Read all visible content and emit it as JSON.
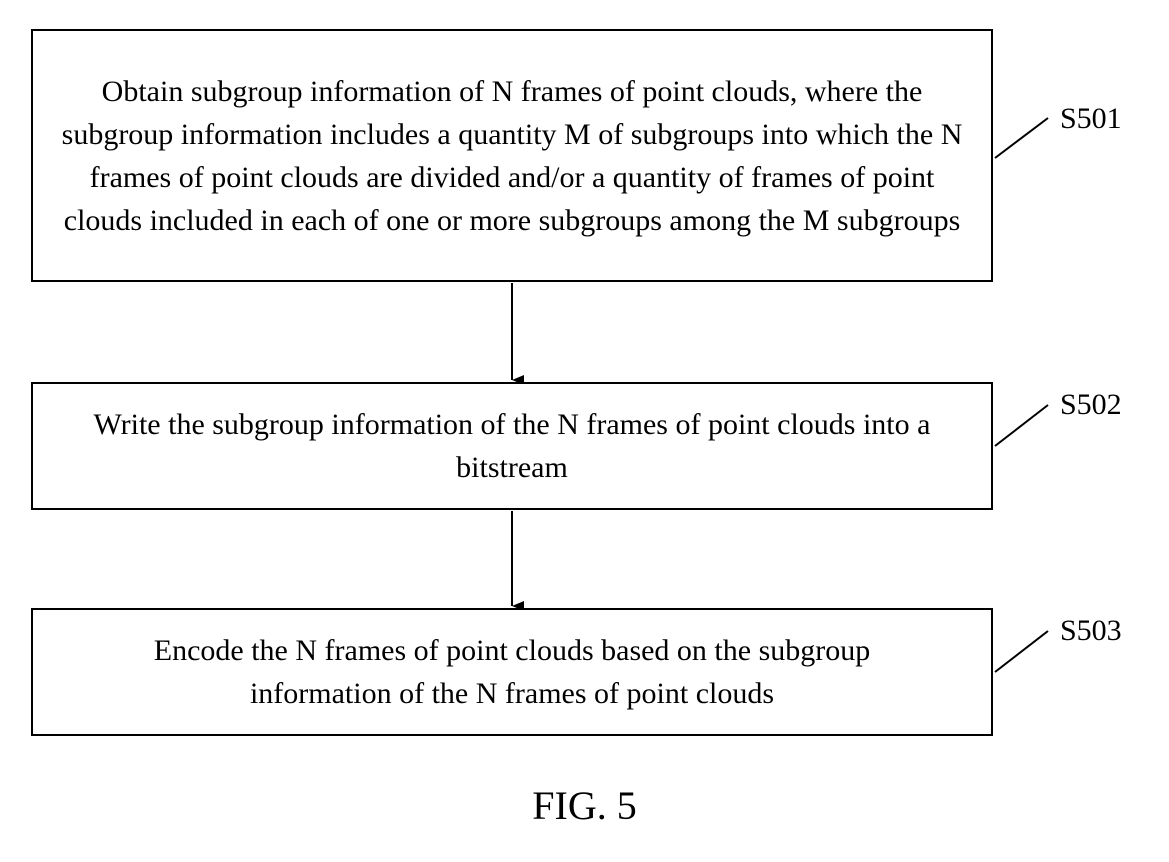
{
  "diagram": {
    "steps": [
      {
        "id": "S501",
        "label": "S501",
        "text": "Obtain subgroup information of N frames of point clouds, where the subgroup information includes a quantity M of subgroups into which the N frames of point clouds are divided and/or a quantity of frames of point clouds included in each of one or more subgroups among the M subgroups"
      },
      {
        "id": "S502",
        "label": "S502",
        "text": "Write the subgroup information of the N frames of point clouds into a bitstream"
      },
      {
        "id": "S503",
        "label": "S503",
        "text": "Encode the N frames of point clouds based on the subgroup information of the N frames of point clouds"
      }
    ],
    "edges": [
      {
        "from": "S501",
        "to": "S502"
      },
      {
        "from": "S502",
        "to": "S503"
      }
    ]
  },
  "figure": {
    "caption": "FIG. 5"
  }
}
